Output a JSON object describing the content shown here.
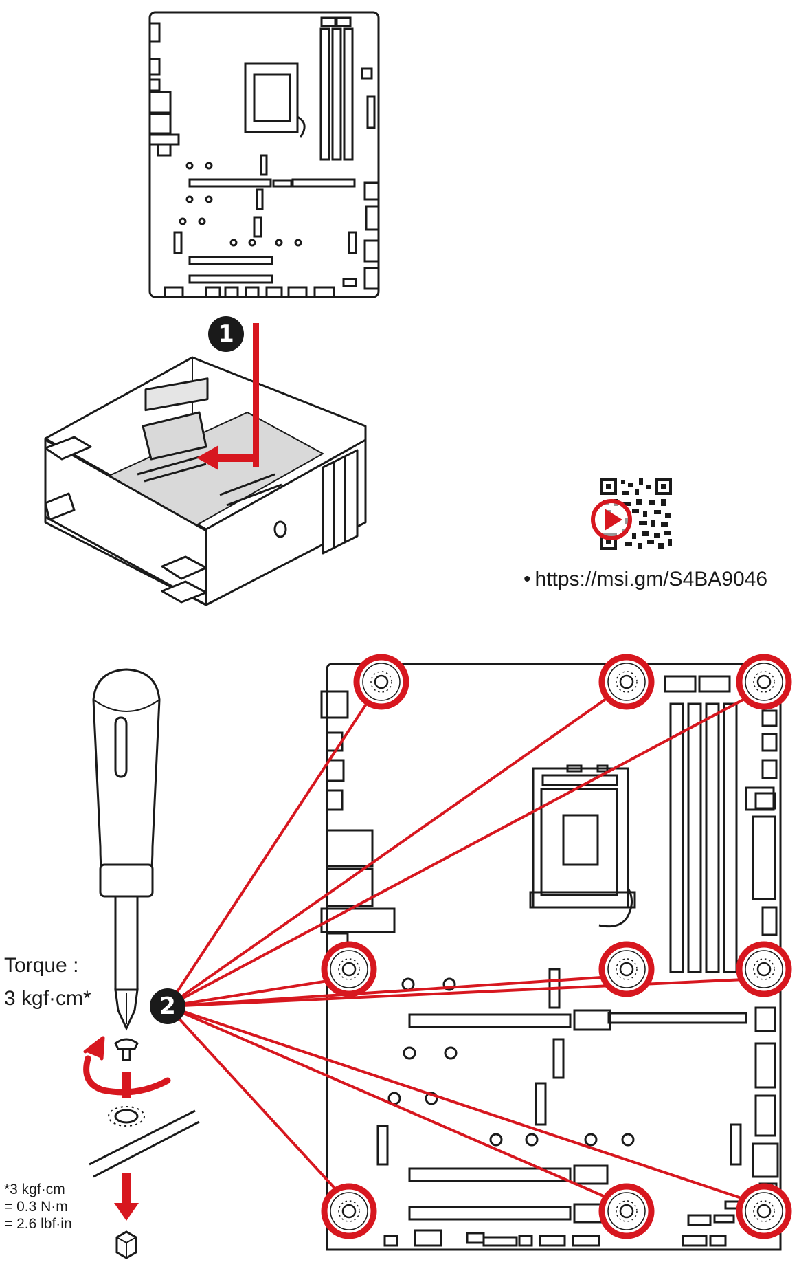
{
  "steps": [
    {
      "number": "1"
    },
    {
      "number": "2"
    }
  ],
  "torque": {
    "label": "Torque :",
    "value": "3 kgf·cm*"
  },
  "torque_conversion": [
    "*3 kgf·cm",
    "= 0.3 N·m",
    "= 2.6 lbf·in"
  ],
  "video_link": {
    "bullet": "•",
    "url": "https://msi.gm/S4BA9046",
    "icon": "play-icon"
  },
  "screw_points": {
    "count": 9,
    "highlight_color": "#d7171f"
  },
  "colors": {
    "accent": "#d7171f",
    "line": "#1a1a1a",
    "step_badge": "#1a1a1a",
    "board_fill": "#d9d9d9"
  }
}
